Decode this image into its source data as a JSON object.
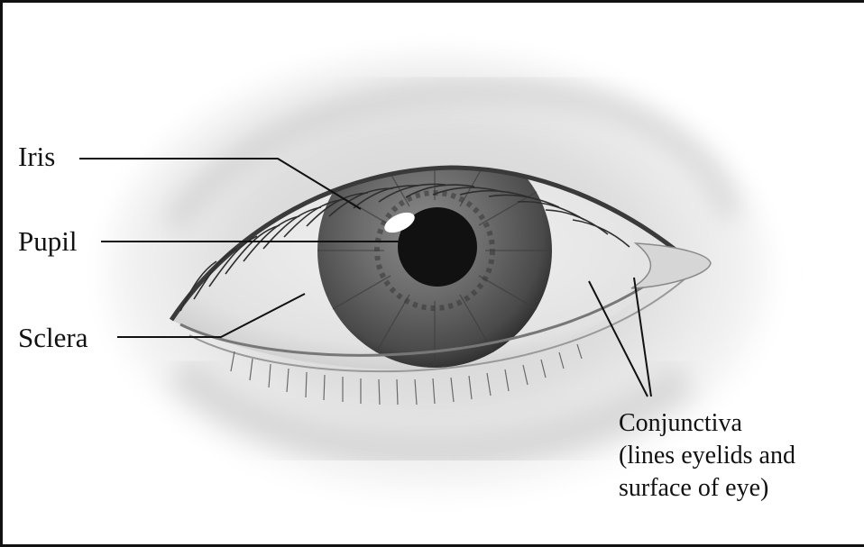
{
  "labels": {
    "iris": "Iris",
    "pupil": "Pupil",
    "sclera": "Sclera",
    "conjunctiva_line1": "Conjunctiva",
    "conjunctiva_line2": "(lines eyelids and",
    "conjunctiva_line3": "surface of eye)"
  },
  "colors": {
    "background": "#ffffff",
    "border": "#111111",
    "skin_shadow": "#9a9a9a",
    "iris": "#5e5e5e",
    "pupil": "#111111",
    "sclera": "#e9e9e9",
    "leader_line": "#111111"
  }
}
